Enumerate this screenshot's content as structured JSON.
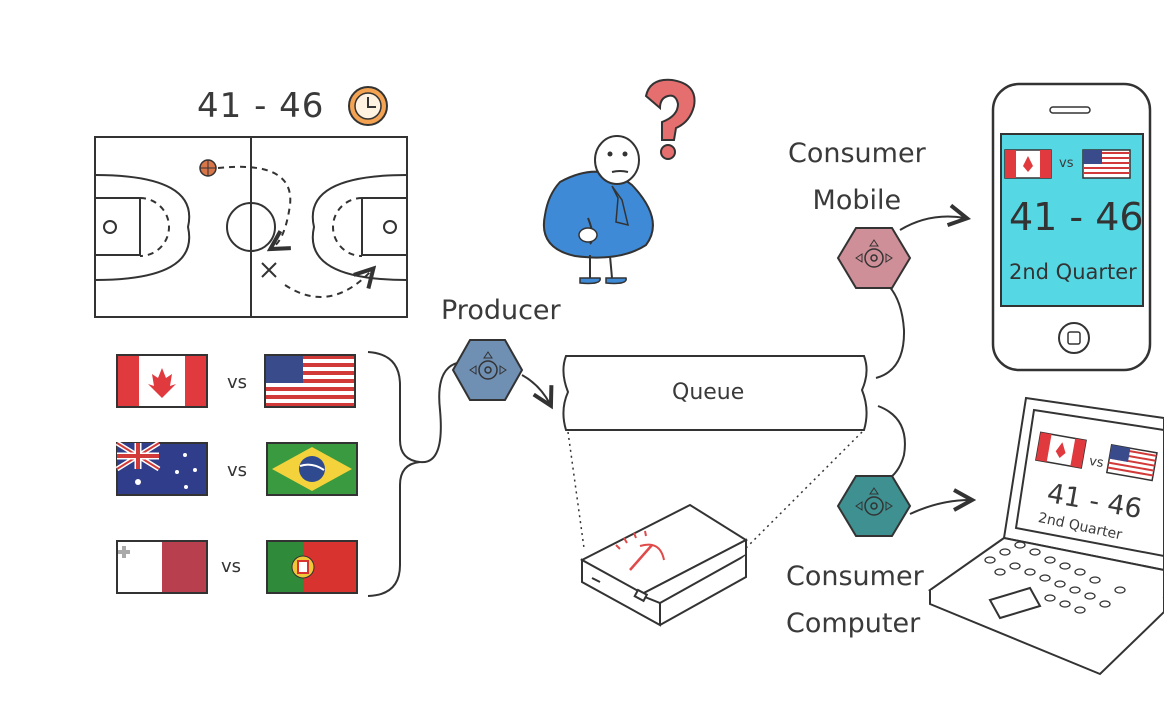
{
  "game": {
    "score": "41 - 46",
    "quarter": "2nd Quarter",
    "vs": "vs"
  },
  "matches": [
    {
      "home": "Canada",
      "away": "USA"
    },
    {
      "home": "Australia",
      "away": "Brazil"
    },
    {
      "home": "Malta",
      "away": "Portugal"
    }
  ],
  "labels": {
    "producer": "Producer",
    "queue": "Queue",
    "consumer_mobile_1": "Consumer",
    "consumer_mobile_2": "Mobile",
    "consumer_computer_1": "Consumer",
    "consumer_computer_2": "Computer"
  },
  "question_mark": "?",
  "icons": [
    "clock-icon",
    "basketball-icon",
    "question-mark-icon",
    "producer-hexagon-icon",
    "consumer-mobile-hexagon-icon",
    "consumer-computer-hexagon-icon",
    "server-icon",
    "phone-icon",
    "laptop-icon"
  ],
  "colors": {
    "producer_hex": "#6f8fb3",
    "mobile_hex": "#c98a93",
    "computer_hex": "#3f9091",
    "phone_screen": "#56d8e4",
    "clock": "#f0a055",
    "character": "#3e8ad6",
    "question": "#e56f6f"
  }
}
